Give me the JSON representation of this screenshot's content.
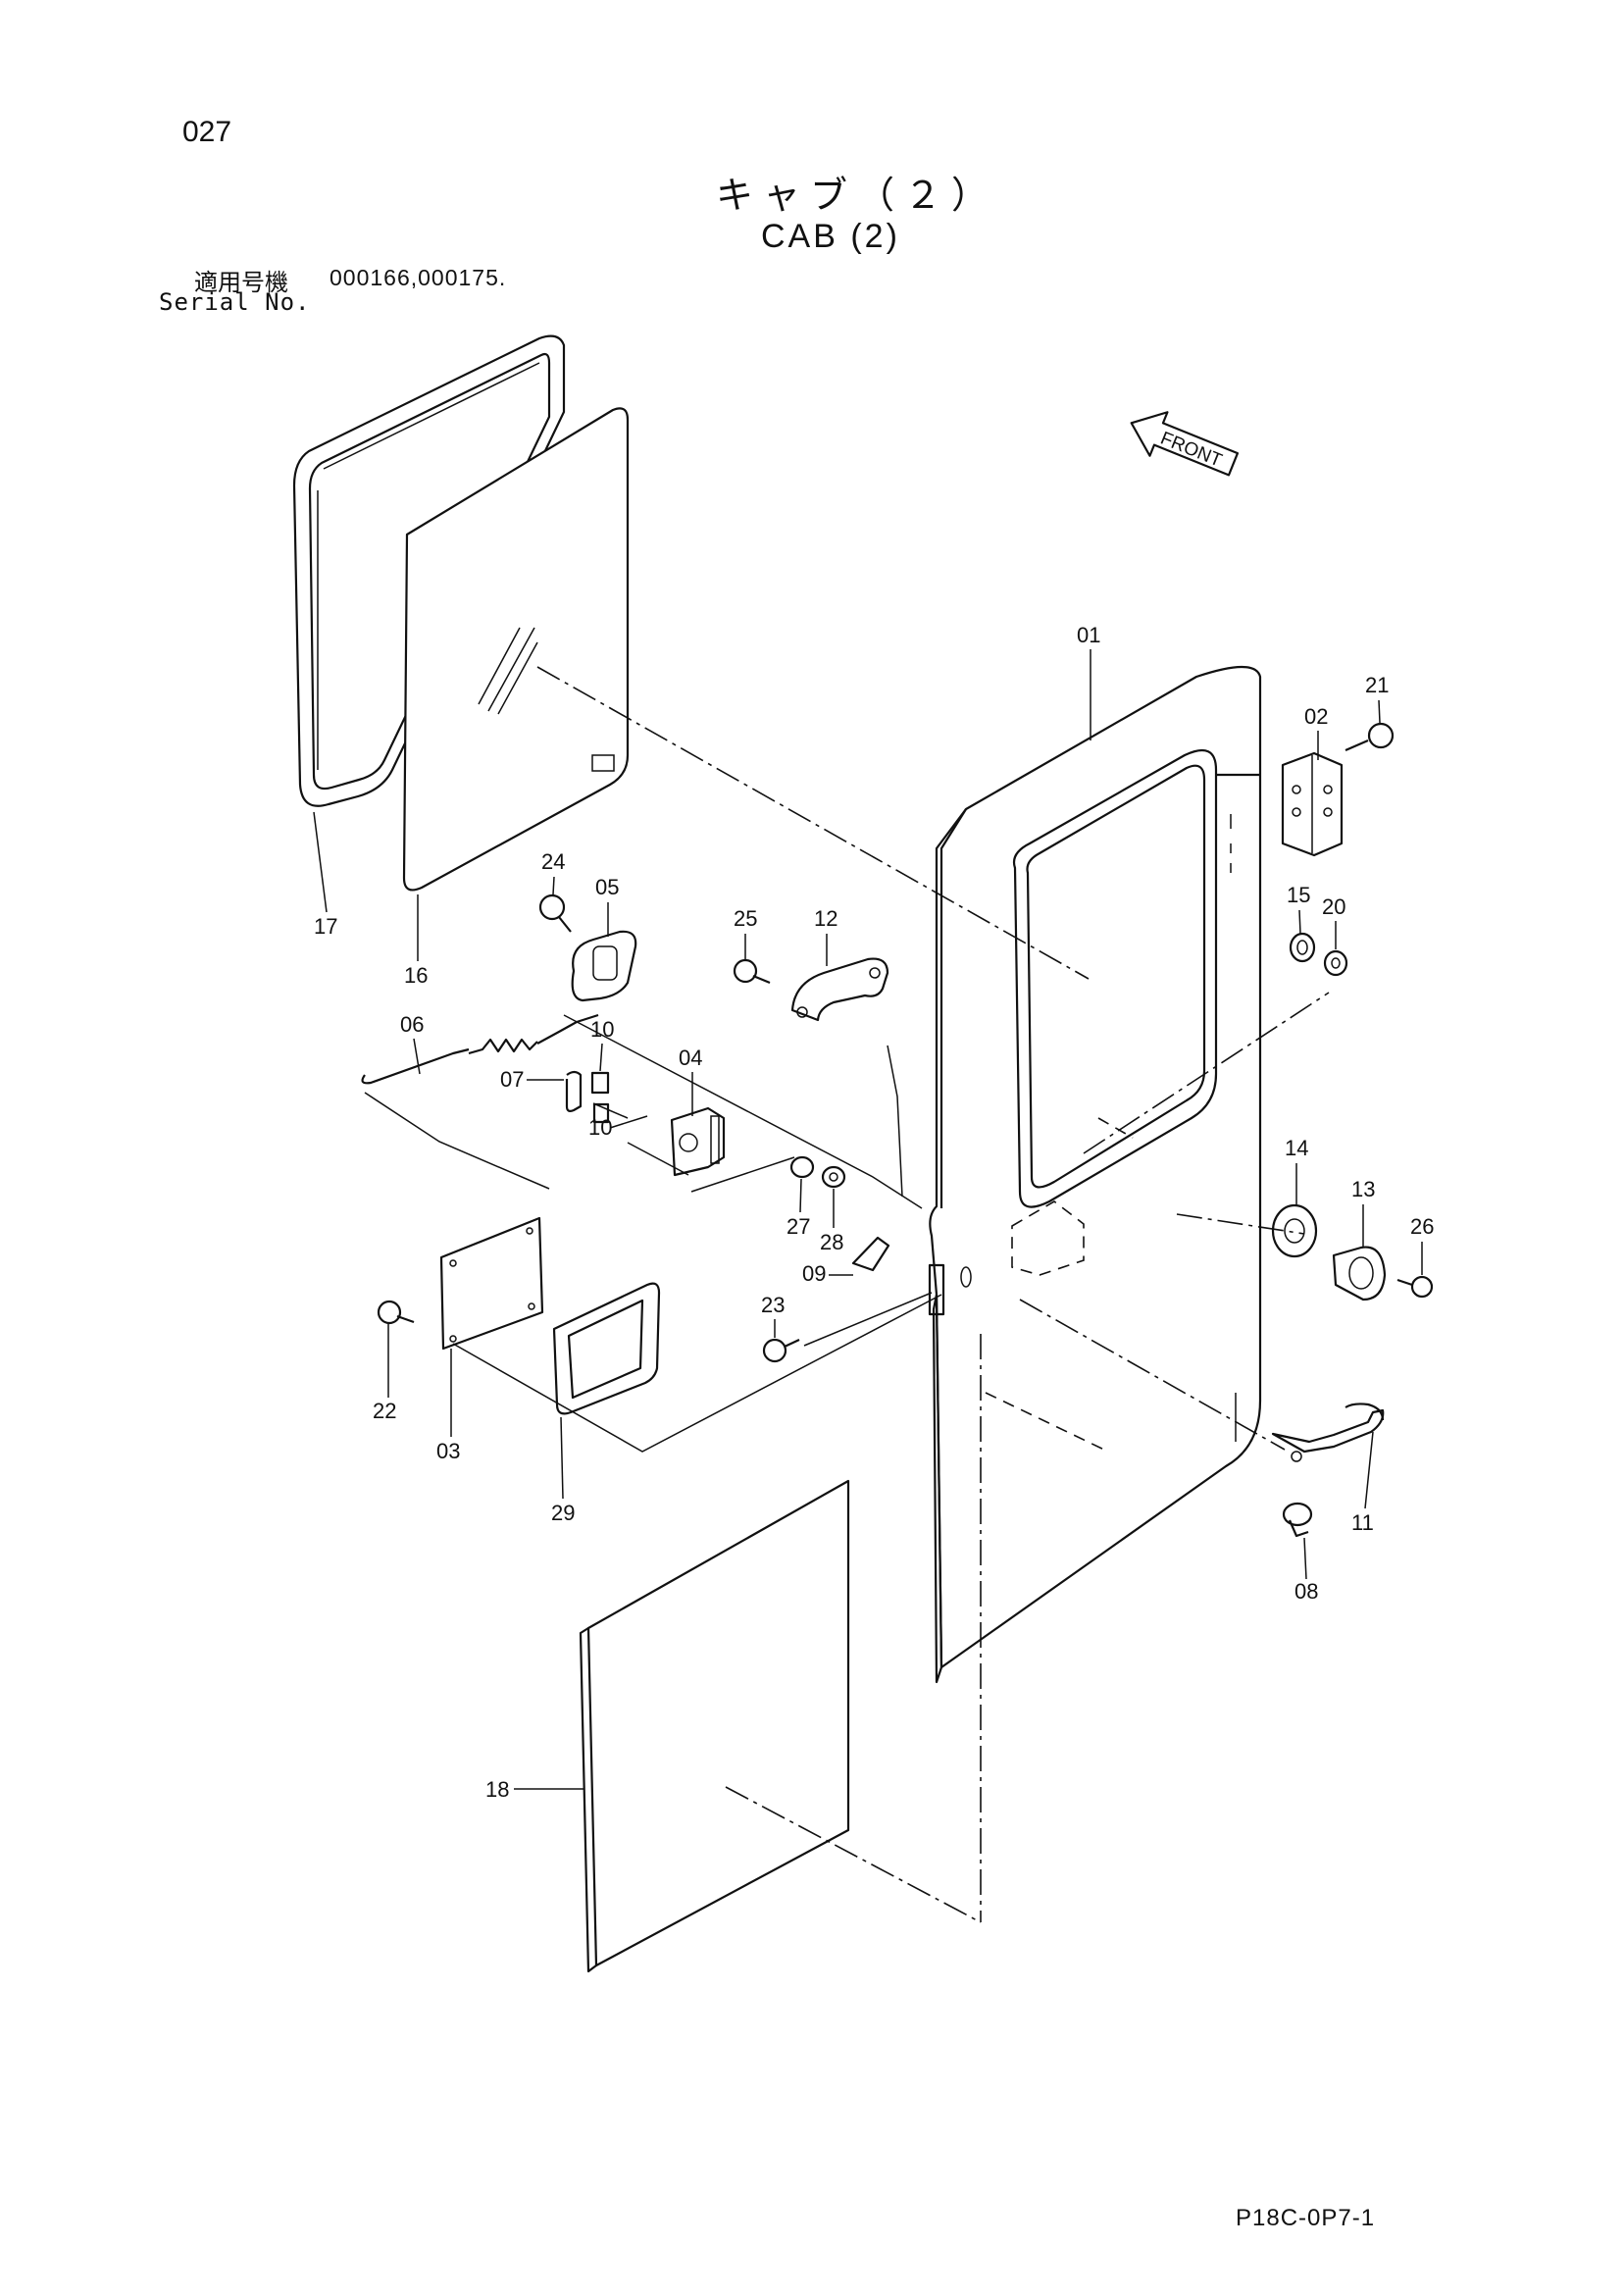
{
  "header": {
    "page_number": "027",
    "title_jp": "キャブ（２）",
    "title_en": "CAB (2)",
    "serial_label_jp": "適用号機",
    "serial_label_en": "Serial No.",
    "serial_values": "000166,000175."
  },
  "front_indicator": {
    "label": "FRONT",
    "icon": "arrow-left-icon"
  },
  "callouts": [
    "01",
    "02",
    "03",
    "04",
    "05",
    "06",
    "07",
    "08",
    "09",
    "10",
    "10",
    "11",
    "12",
    "13",
    "14",
    "15",
    "16",
    "17",
    "18",
    "20",
    "21",
    "22",
    "23",
    "24",
    "25",
    "26",
    "27",
    "28",
    "29"
  ],
  "footer": {
    "doc_code": "P18C-0P7-1"
  }
}
